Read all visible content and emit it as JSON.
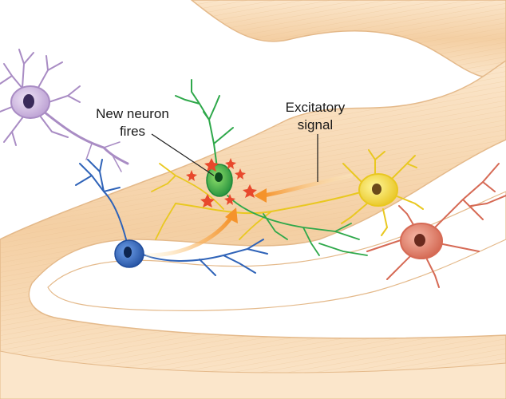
{
  "labels": {
    "new_neuron_line1": "New neuron",
    "new_neuron_line2": "fires",
    "excitatory_line1": "Excitatory",
    "excitatory_line2": "signal"
  },
  "colors": {
    "tissue_fill": "#f6d9b4",
    "tissue_edge": "#e4b98a",
    "green_neuron": "#2ea84a",
    "blue_neuron": "#2f63b8",
    "yellow_neuron": "#f0d328",
    "red_neuron": "#d66a55",
    "purple_neuron": "#a98cc4",
    "signal_arrow": "#f5932b",
    "spark": "#e8482c"
  },
  "icons": [
    "spark-star-icon"
  ]
}
